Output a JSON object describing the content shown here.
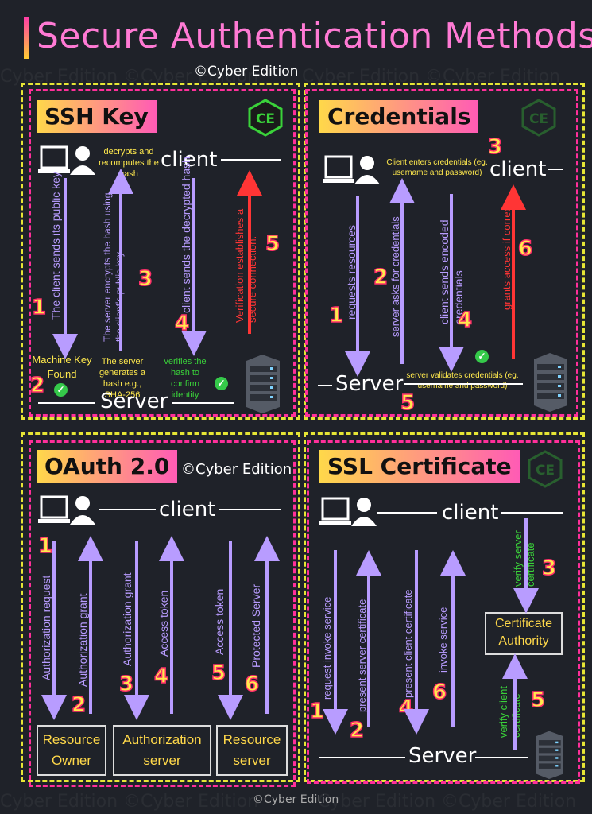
{
  "header": {
    "title": "Secure Authentication Methods",
    "subtitle": "©Cyber Edition",
    "footer": "©Cyber Edition",
    "watermark": "Cyber Edition ©Cyber Edition"
  },
  "colors": {
    "background": "#1f2229",
    "title": "#ff7ad4",
    "dash_yellow": "#e6e635",
    "dash_pink": "#ff2f9a",
    "arrow_purple": "#b89cff",
    "arrow_red": "#ff3535",
    "arrow_green": "#3ad23a",
    "note_yellow": "#ffe94d"
  },
  "ssh": {
    "badge": "SSH Key",
    "logo": "CE",
    "client": "client",
    "server": "Server",
    "top_note": "decrypts and recomputes the hash",
    "step1": "The client sends its public key",
    "step3": "The server encrypts the hash using the client's public key",
    "step4": "client sends the decrypted hash",
    "step5": "Verification establishes a secure connection.",
    "machine_key": "Machine Key Found",
    "gen_hash": "The server generates a hash e.g., SHA-256",
    "verify_hash": "verifies the hash to confirm identity",
    "n1": "1",
    "n2": "2",
    "n3": "3",
    "n4": "4",
    "n5": "5"
  },
  "cred": {
    "badge": "Credentials",
    "logo": "CE",
    "client": "client",
    "server": "Server",
    "top_note": "Client enters credentials (eg. username and password)",
    "bottom_note": "server validates credentials (eg. username and password)",
    "step1": "requests resources",
    "step2": "server asks for credentials",
    "step4": "client sends encoded credentials",
    "step6": "grants access if correct",
    "n1": "1",
    "n2": "2",
    "n3": "3",
    "n4": "4",
    "n5": "5",
    "n6": "6"
  },
  "oauth": {
    "badge": "OAuth 2.0",
    "credit": "©Cyber Edition",
    "client": "client",
    "step1": "Authorization request",
    "step2": "Authorization grant",
    "step3": "Authorization grant",
    "step4": "Access token",
    "step5": "Access token",
    "step6": "Protected Server",
    "box1": "Resource Owner",
    "box2": "Authorization server",
    "box3": "Resource server",
    "n1": "1",
    "n2": "2",
    "n3": "3",
    "n4": "4",
    "n5": "5",
    "n6": "6"
  },
  "ssl": {
    "badge": "SSL Certificate",
    "logo": "CE",
    "client": "client",
    "server": "Server",
    "step1": "request invoke service",
    "step2": "present server certificate",
    "step4": "present client certificate",
    "step6": "invoke service",
    "step3": "verify server certificate",
    "step5": "verify client certificate",
    "ca": "Certificate Authority",
    "n1": "1",
    "n2": "2",
    "n3": "3",
    "n4": "4",
    "n5": "5",
    "n6": "6"
  }
}
